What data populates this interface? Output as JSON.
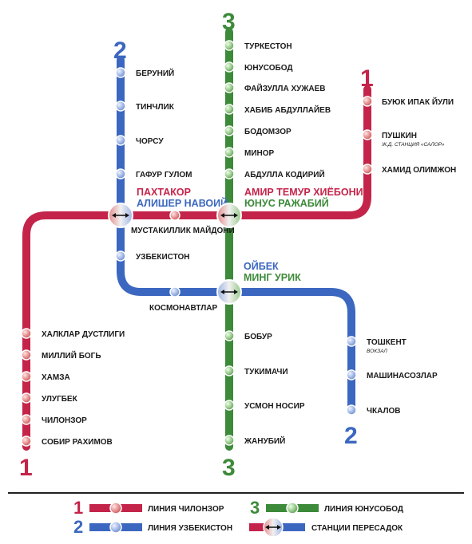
{
  "colors": {
    "line1": "#c4244a",
    "line2": "#3b67c0",
    "line3": "#3d8a3a",
    "station_red": "#e48a8a",
    "station_blue": "#9fb6e6",
    "station_green": "#97c98b"
  },
  "lines": {
    "line1": {
      "number": "1"
    },
    "line2": {
      "number": "2"
    },
    "line3": {
      "number": "3"
    }
  },
  "stations": {
    "beruniy": "БЕРУНИЙ",
    "tinchlik": "ТИНЧЛИК",
    "chorsu": "ЧОРСУ",
    "gafur_gulom": "ГАФУР ГУЛОМ",
    "mustaqillik": "МУСТАКИЛЛИК МАЙДОНИ",
    "uzbekiston": "УЗБЕКИСТОН",
    "kosmonavtlar": "КОСМОНАВТЛАР",
    "toshkent": "ТОШКЕНТ",
    "toshkent_sub": "ВОКЗАЛ",
    "mashinasozlar": "МАШИНАСОЗЛАР",
    "chkalov": "ЧКАЛОВ",
    "turkeston": "ТУРКЕСТОН",
    "yunusobod": "ЮНУСОБОД",
    "fayzulla": "ФАЙЗУЛЛА ХУЖАЕВ",
    "habib": "ХАБИБ АБДУЛЛАЙЕВ",
    "bodomzor": "БОДОМЗОР",
    "minor": "МИНОР",
    "abdulla": "АБДУЛЛА КОДИРИЙ",
    "bobur": "БОБУР",
    "tukimachi": "ТУКИМАЧИ",
    "usmon": "УСМОН НОСИР",
    "janubiy": "ЖАНУБИЙ",
    "buyuk": "БУЮК ИПАК ЙУЛИ",
    "pushkin": "ПУШКИН",
    "pushkin_sub": "Ж.Д. СТАНЦИЯ «САЛОР»",
    "hamid": "ХАМИД ОЛИМЖОН",
    "halqlar": "ХАЛКЛАР ДУСТЛИГИ",
    "milliy": "МИЛЛИЙ БОГЬ",
    "hamza": "ХАМЗА",
    "ulugbek": "УЛУГБЕК",
    "chilonzor": "ЧИЛОНЗОР",
    "sobir": "СОБИР РАХИМОВ"
  },
  "hubs": {
    "paxtakor": "ПАХТАКОР",
    "alisher": "АЛИШЕР НАВОИЙ",
    "amir": "АМИР ТЕМУР ХИЁБОНИ",
    "yunus_rajabiy": "ЮНУС РАЖАБИЙ",
    "oybek": "ОЙБЕК",
    "ming_urik": "МИНГ УРИК"
  },
  "legend": {
    "line1_label": "ЛИНИЯ ЧИЛОНЗОР",
    "line2_label": "ЛИНИЯ УЗБЕКИСТОН",
    "line3_label": "ЛИНИЯ ЮНУСОБОД",
    "transfer_label": "СТАНЦИИ ПЕРЕСАДОК",
    "line1_number": "1",
    "line2_number": "2",
    "line3_number": "3"
  }
}
